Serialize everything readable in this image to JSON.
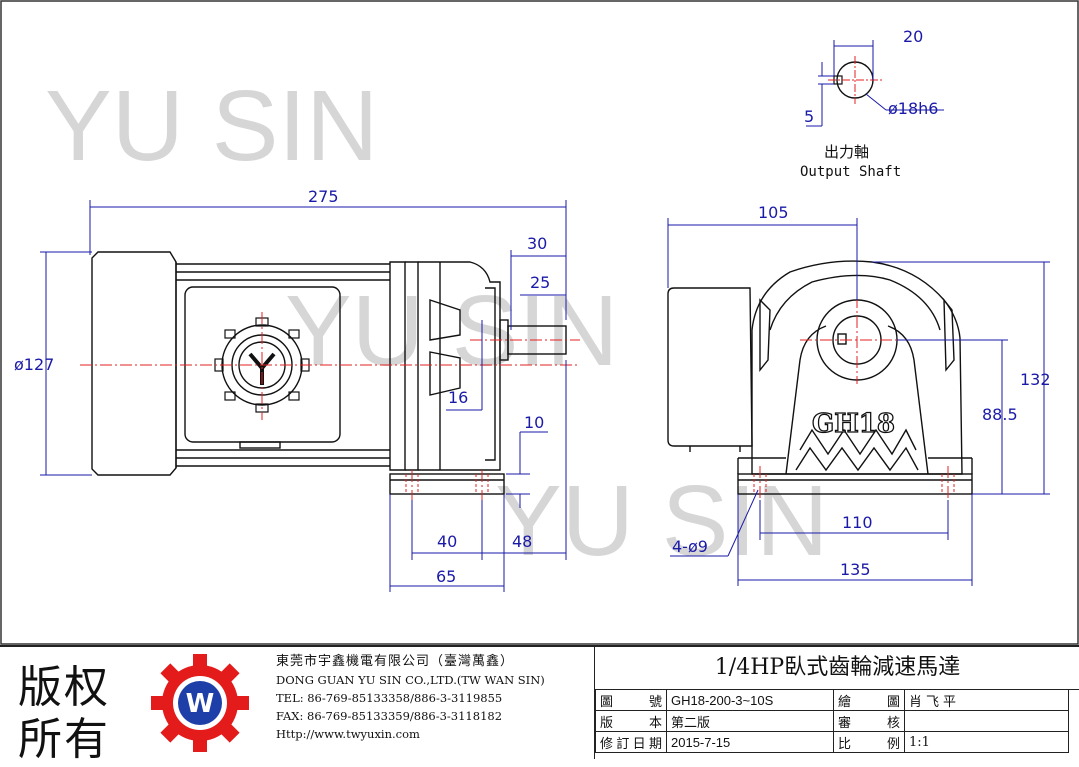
{
  "watermark": {
    "text": "YU SIN"
  },
  "dimensions": {
    "overall_length": "275",
    "shaft_30": "30",
    "shaft_25": "25",
    "motor_dia": "ø127",
    "dim_16": "16",
    "dim_10": "10",
    "foot_40": "40",
    "foot_48": "48",
    "foot_65": "65",
    "side_105": "105",
    "height_132": "132",
    "center_88_5": "88.5",
    "mount_110": "110",
    "base_135": "135",
    "holes": "4-ø9"
  },
  "shaft_detail": {
    "width_20": "20",
    "key_5": "5",
    "shaft_dia": "ø18h6",
    "title_cn": "出力軸",
    "title_en": "Output Shaft"
  },
  "gearbox_label": "GH18",
  "copyright": {
    "line1": "版权",
    "line2": "所有"
  },
  "logo": {
    "letter": "W",
    "color_red": "#e31b1b",
    "color_blue": "#1e3fa8"
  },
  "company": {
    "name_cn": "東莞市宇鑫機電有限公司（臺灣萬鑫）",
    "name_en": "DONG GUAN YU SIN CO.,LTD.(TW WAN SIN)",
    "tel": "TEL: 86-769-85133358/886-3-3119855",
    "fax": "FAX: 86-769-85133359/886-3-3118182",
    "web": "Http://www.twyuxin.com"
  },
  "title_block": {
    "title": "1/4HP臥式齒輪減速馬達",
    "drawing_no_label": "圖號",
    "drawing_no": "GH18-200-3~10S",
    "drawn_label": "繪圖",
    "drawn_by": "肖飞平",
    "version_label": "版本",
    "version": "第二版",
    "review_label": "審核",
    "reviewer": "",
    "revise_date_label": "修訂日期",
    "revise_date": "2015-7-15",
    "scale_label": "比例",
    "scale": "1:1"
  }
}
